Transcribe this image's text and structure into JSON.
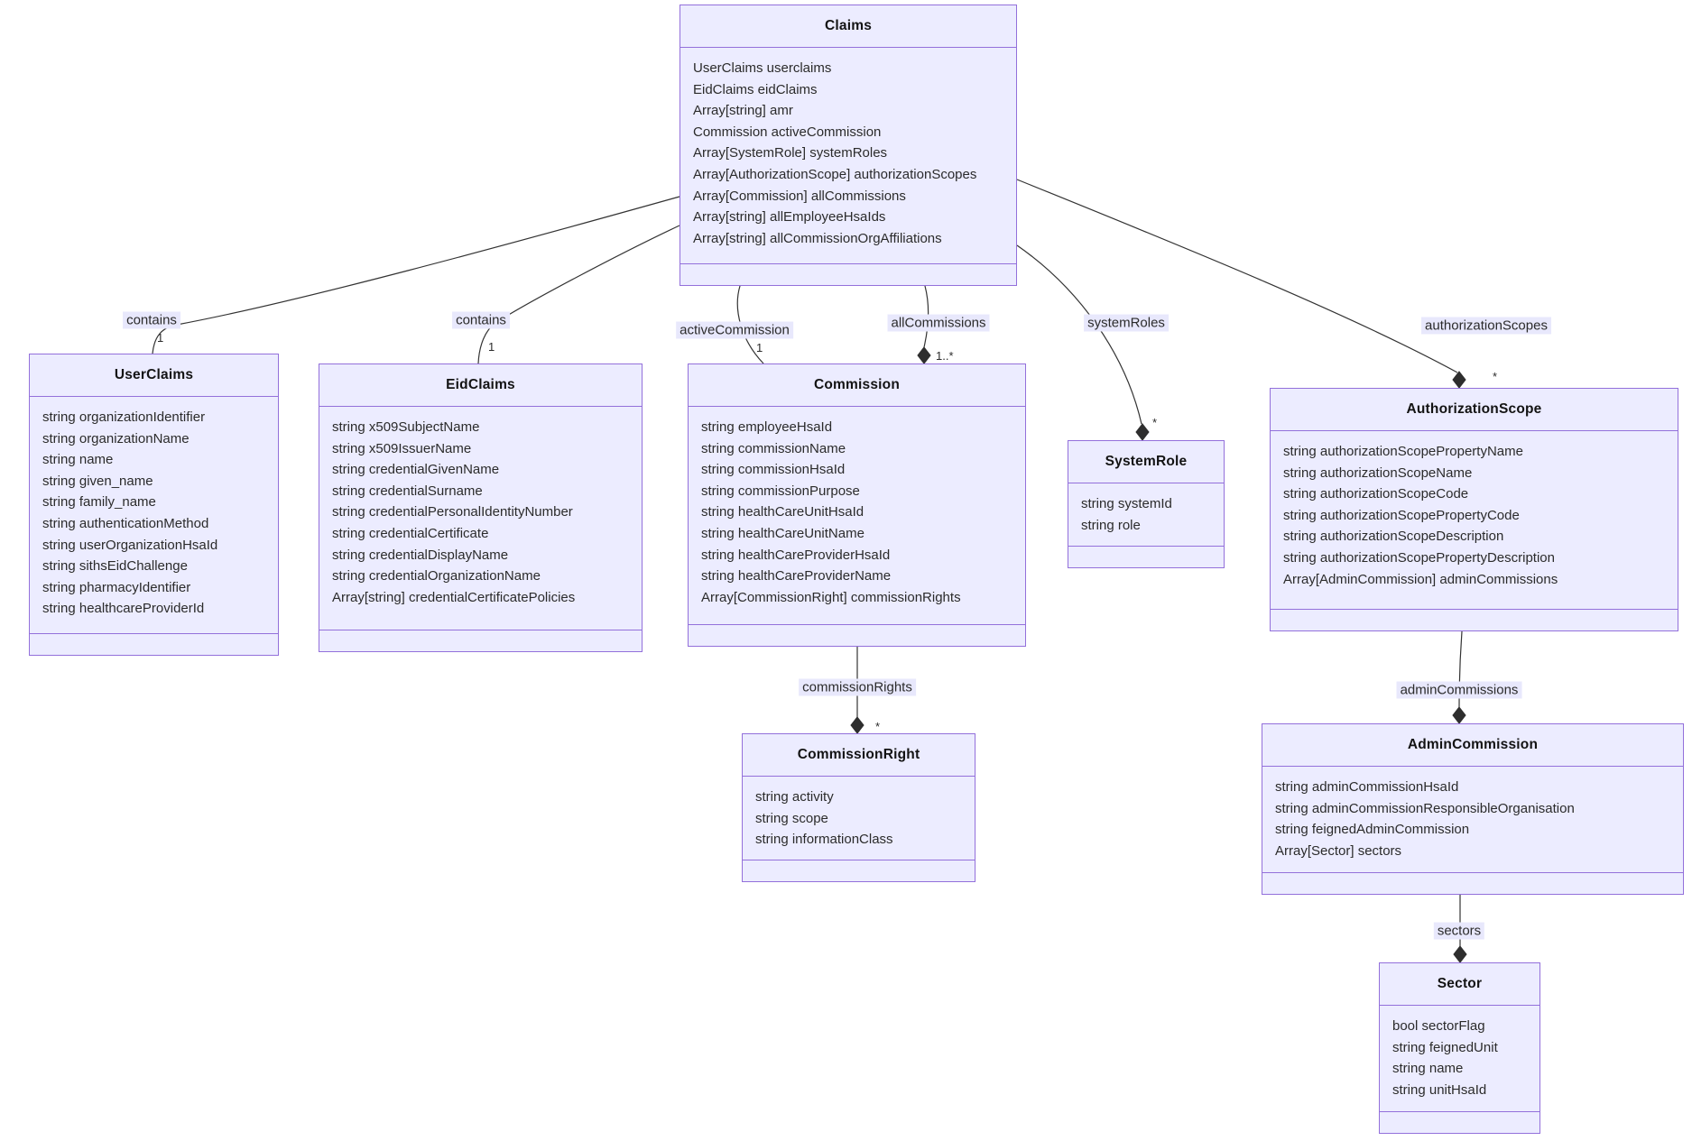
{
  "diagram": {
    "colors": {
      "box_fill": "#ECECFF",
      "box_border": "#9370DB",
      "edge_line": "#333333",
      "edge_label_bg": "#E8E8FC",
      "text": "#2b2b2b"
    },
    "classes": {
      "claims": {
        "name": "Claims",
        "fields": [
          "UserClaims userclaims",
          "EidClaims eidClaims",
          "Array[string] amr",
          "Commission activeCommission",
          "Array[SystemRole] systemRoles",
          "Array[AuthorizationScope] authorizationScopes",
          "Array[Commission] allCommissions",
          "Array[string] allEmployeeHsaIds",
          "Array[string] allCommissionOrgAffiliations"
        ]
      },
      "userClaims": {
        "name": "UserClaims",
        "fields": [
          "string organizationIdentifier",
          "string organizationName",
          "string name",
          "string given_name",
          "string family_name",
          "string authenticationMethod",
          "string userOrganizationHsaId",
          "string sithsEidChallenge",
          "string pharmacyIdentifier",
          "string healthcareProviderId"
        ]
      },
      "eidClaims": {
        "name": "EidClaims",
        "fields": [
          "string x509SubjectName",
          "string x509IssuerName",
          "string credentialGivenName",
          "string credentialSurname",
          "string credentialPersonalIdentityNumber",
          "string credentialCertificate",
          "string credentialDisplayName",
          "string credentialOrganizationName",
          "Array[string] credentialCertificatePolicies"
        ]
      },
      "commission": {
        "name": "Commission",
        "fields": [
          "string employeeHsaId",
          "string commissionName",
          "string commissionHsaId",
          "string commissionPurpose",
          "string healthCareUnitHsaId",
          "string healthCareUnitName",
          "string healthCareProviderHsaId",
          "string healthCareProviderName",
          "Array[CommissionRight] commissionRights"
        ]
      },
      "systemRole": {
        "name": "SystemRole",
        "fields": [
          "string systemId",
          "string role"
        ]
      },
      "authorizationScope": {
        "name": "AuthorizationScope",
        "fields": [
          "string authorizationScopePropertyName",
          "string authorizationScopeName",
          "string authorizationScopeCode",
          "string authorizationScopePropertyCode",
          "string authorizationScopeDescription",
          "string authorizationScopePropertyDescription",
          "Array[AdminCommission] adminCommissions"
        ]
      },
      "commissionRight": {
        "name": "CommissionRight",
        "fields": [
          "string activity",
          "string scope",
          "string informationClass"
        ]
      },
      "adminCommission": {
        "name": "AdminCommission",
        "fields": [
          "string adminCommissionHsaId",
          "string adminCommissionResponsibleOrganisation",
          "string feignedAdminCommission",
          "Array[Sector] sectors"
        ]
      },
      "sector": {
        "name": "Sector",
        "fields": [
          "bool sectorFlag",
          "string feignedUnit",
          "string name",
          "string unitHsaId"
        ]
      }
    },
    "edges": {
      "claims_userclaims": {
        "label": "contains",
        "target_multiplicity": "1"
      },
      "claims_eidclaims": {
        "label": "contains",
        "target_multiplicity": "1"
      },
      "claims_activecommission": {
        "label": "activeCommission",
        "target_multiplicity": "1"
      },
      "claims_allcommissions": {
        "label": "allCommissions",
        "target_multiplicity": "1..*"
      },
      "claims_systemroles": {
        "label": "systemRoles",
        "target_multiplicity": "*"
      },
      "claims_authorizationscopes": {
        "label": "authorizationScopes",
        "target_multiplicity": "*"
      },
      "commission_commissionrights": {
        "label": "commissionRights",
        "target_multiplicity": "*"
      },
      "authorizationscope_admincommissions": {
        "label": "adminCommissions"
      },
      "admincommission_sectors": {
        "label": "sectors"
      }
    }
  }
}
